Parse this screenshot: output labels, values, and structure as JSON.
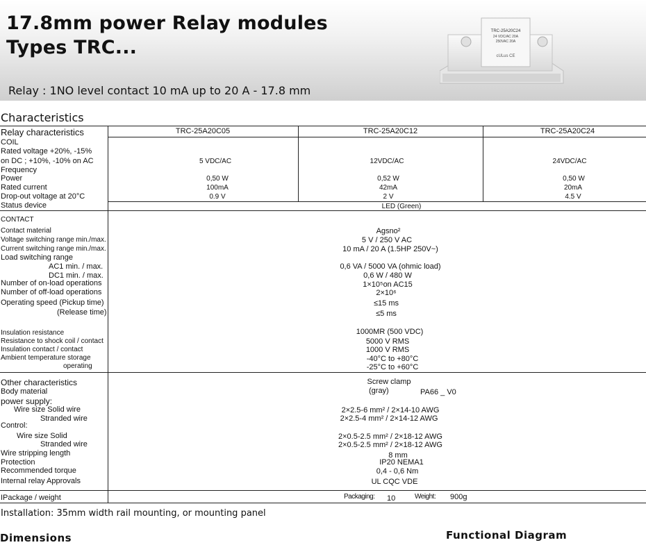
{
  "header": {
    "title_line1": "17.8mm  power Relay modules",
    "title_line2": "Types TRC...",
    "subtitle": "Relay : 1NO  level contact 10 mA  up to 20 A  -  17.8 mm",
    "relay_label_line1": "TRC-25A20C24",
    "relay_label_line2": "24 VDC/AC  20A",
    "relay_label_line3": "250VAC 20A",
    "relay_label_line4": "cULus  CE"
  },
  "sections": {
    "characteristics": "Characteristics",
    "dimensions": "Dimensions",
    "functional_diagram": "Functional Diagram"
  },
  "table": {
    "relay_characteristics": "Relay characteristics",
    "models": [
      "TRC-25A20C05",
      "TRC-25A20C12",
      "TRC-25A20C24"
    ],
    "coil": {
      "heading": "COIL",
      "rated_voltage_l1": "Rated voltage +20%, -15%",
      "rated_voltage_l2": "on DC ; +10%, -10% on AC",
      "rated_voltage_values": [
        "5 VDC/AC",
        "12VDC/AC",
        "24VDC/AC"
      ],
      "frequency": "Frequency",
      "power": "Power",
      "power_values": [
        "0,50 W",
        "0,52 W",
        "0,50 W"
      ],
      "rated_current": "Rated current",
      "rated_current_values": [
        "100mA",
        "42mA",
        "20mA"
      ],
      "dropout": "Drop-out voltage at 20°C",
      "dropout_values": [
        "0.9 V",
        "2 V",
        "4.5 V"
      ],
      "status_device": "Status device",
      "status_value": "LED  (Green)"
    },
    "contact": {
      "heading": "CONTACT",
      "material": "Contact material",
      "material_value": "Agsno²",
      "voltage_range": "Voltage switching range min./max.",
      "voltage_range_value": "5 V / 250 V AC",
      "current_range": "Current switching range min./max.",
      "current_range_value": "10 mA / 20 A  (1.5HP 250V~)",
      "load_range": "Load switching range",
      "ac1": "AC1 min. / max.",
      "ac1_value": "0,6 VA / 5000 VA (ohmic load)",
      "dc1": "DC1 min. / max.",
      "dc1_value": "0,6 W / 480 W",
      "on_load": "Number of on-load operations",
      "on_load_value": "1×10⁵on AC15",
      "off_load": "Number of off-load operations",
      "off_load_value": "2×10⁶",
      "speed": "Operating speed (Pickup time)",
      "speed_value": "≤15 ms",
      "release": "(Release time)",
      "release_value": "≤5 ms",
      "insulation_res": "Insulation resistance",
      "insulation_res_value": "1000MR (500 VDC)",
      "shock": "Resistance to shock coil / contact",
      "shock_value": "5000 V RMS",
      "ins_contact": "Insulation contact / contact",
      "ins_contact_value": "1000 V RMS",
      "ambient": "Ambient temperature  storage",
      "ambient_value": "-40°C to +80°C",
      "operating": "operating",
      "operating_value": "-25°C to +60°C"
    },
    "other": {
      "heading": "Other characteristics",
      "screw": "Screw clamp",
      "body": "Body material",
      "body_value_a": "(gray)",
      "body_value_b": "PA66 _ V0",
      "power_supply": "power supply:",
      "wire_solid": "Wire  size Solid wire",
      "wire_solid_value": "2×2.5-6 mm² / 2×14-10 AWG",
      "stranded": "Stranded wire",
      "stranded_value": "2×2.5-4 mm² / 2×14-12 AWG",
      "control": "Control:",
      "ctrl_solid": "Wire  size Solid",
      "ctrl_solid_value": "2×0.5-2.5 mm² / 2×18-12 AWG",
      "ctrl_stranded": "Stranded  wire",
      "ctrl_stranded_value": "2×0.5-2.5 mm² / 2×18-12 AWG",
      "stripping": "Wire stripping length",
      "stripping_value": "8  mm",
      "protection": "Protection",
      "protection_value": "IP20   NEMA1",
      "torque": "Recommended torque",
      "torque_value": "0,4 - 0,6 Nm",
      "approvals": "Internal relay Approvals",
      "approvals_value": "UL  CQC VDE"
    },
    "package": {
      "label": "IPackage / weight",
      "packaging_label": "Packaging:",
      "packaging_value": "10",
      "weight_label": "Weight:",
      "weight_value": "900g"
    }
  },
  "installation": "Installation: 35mm width rail mounting, or mounting panel"
}
